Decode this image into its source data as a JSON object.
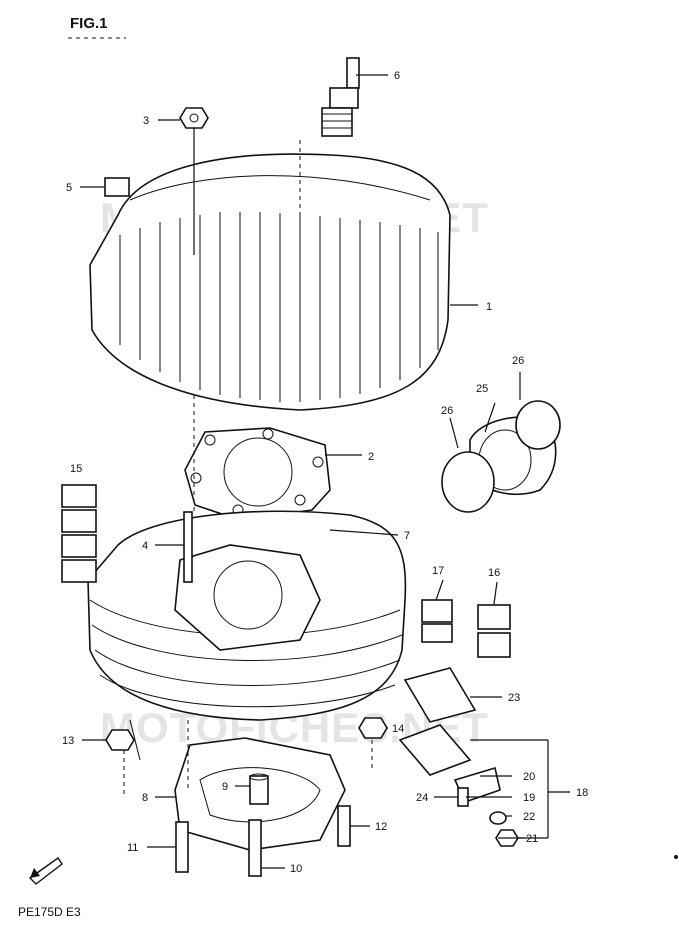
{
  "figure": {
    "title": "FIG.1",
    "footer": "PE175D  E3"
  },
  "watermark": "MOTOFICHES.NET",
  "callouts": [
    "1",
    "2",
    "3",
    "4",
    "5",
    "6",
    "7",
    "8",
    "9",
    "10",
    "11",
    "12",
    "13",
    "14",
    "15",
    "16",
    "17",
    "18",
    "19",
    "20",
    "21",
    "22",
    "23",
    "24",
    "25",
    "26"
  ],
  "icons": {
    "front_arrow": "fwd-arrow-icon"
  }
}
